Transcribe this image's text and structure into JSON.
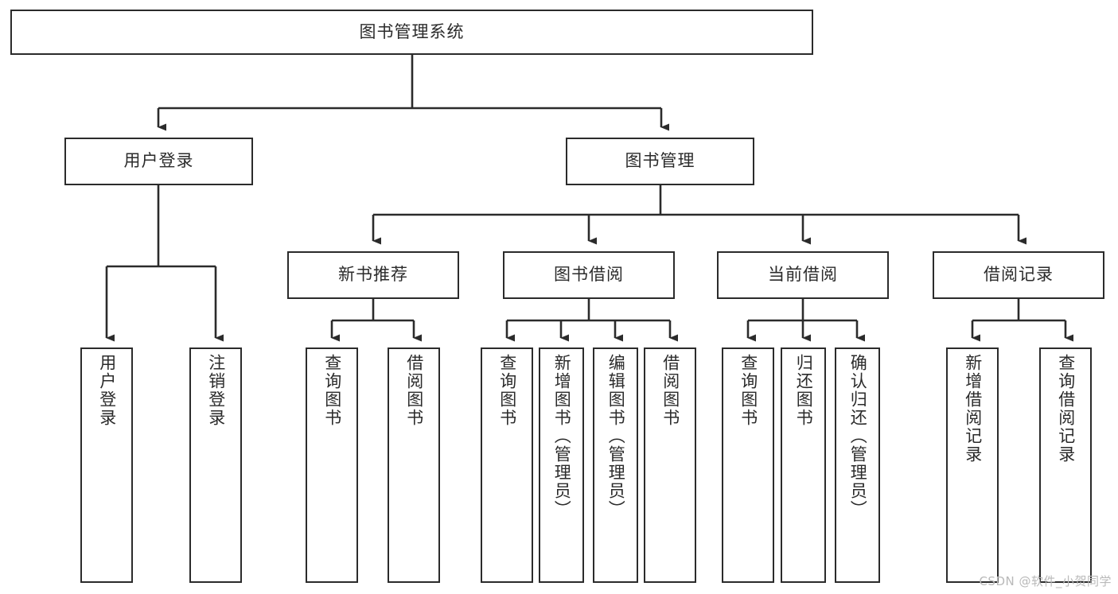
{
  "diagram": {
    "type": "tree-hierarchy-chart",
    "title": "图书管理系统",
    "line_color": "#2b2b2b",
    "box_fill": "#ffffff",
    "text_color": "#2b2b2b",
    "nodes": {
      "root": {
        "label": "图书管理系统",
        "orientation": "horizontal"
      },
      "l2": [
        {
          "id": "user-login",
          "label": "用户登录",
          "orientation": "horizontal"
        },
        {
          "id": "book-manage",
          "label": "图书管理",
          "orientation": "horizontal"
        }
      ],
      "l3": [
        {
          "id": "new-book-recommend",
          "label": "新书推荐",
          "orientation": "horizontal"
        },
        {
          "id": "book-borrow",
          "label": "图书借阅",
          "orientation": "horizontal"
        },
        {
          "id": "current-borrow",
          "label": "当前借阅",
          "orientation": "horizontal"
        },
        {
          "id": "borrow-record",
          "label": "借阅记录",
          "orientation": "horizontal"
        }
      ],
      "leaves": [
        {
          "id": "leaf-user-login",
          "label": "用户登录",
          "orientation": "vertical",
          "parent": "user-login"
        },
        {
          "id": "leaf-logout-login",
          "label": "注销登录",
          "orientation": "vertical",
          "parent": "user-login"
        },
        {
          "id": "leaf-query-book-1",
          "label": "查询图书",
          "orientation": "vertical",
          "parent": "new-book-recommend"
        },
        {
          "id": "leaf-borrow-book-1",
          "label": "借阅图书",
          "orientation": "vertical",
          "parent": "new-book-recommend"
        },
        {
          "id": "leaf-query-book-2",
          "label": "查询图书",
          "orientation": "vertical",
          "parent": "book-borrow"
        },
        {
          "id": "leaf-add-book-admin",
          "label": "新增图书（管理员）",
          "orientation": "vertical",
          "parent": "book-borrow"
        },
        {
          "id": "leaf-edit-book-admin",
          "label": "编辑图书（管理员）",
          "orientation": "vertical",
          "parent": "book-borrow"
        },
        {
          "id": "leaf-borrow-book-2",
          "label": "借阅图书",
          "orientation": "vertical",
          "parent": "book-borrow"
        },
        {
          "id": "leaf-query-book-3",
          "label": "查询图书",
          "orientation": "vertical",
          "parent": "current-borrow"
        },
        {
          "id": "leaf-return-book",
          "label": "归还图书",
          "orientation": "vertical",
          "parent": "current-borrow"
        },
        {
          "id": "leaf-confirm-return-admin",
          "label": "确认归还（管理员）",
          "orientation": "vertical",
          "parent": "current-borrow"
        },
        {
          "id": "leaf-add-borrow-record",
          "label": "新增借阅记录",
          "orientation": "vertical",
          "parent": "borrow-record"
        },
        {
          "id": "leaf-query-borrow-record",
          "label": "查询借阅记录",
          "orientation": "vertical",
          "parent": "borrow-record"
        }
      ]
    }
  },
  "watermark": {
    "text": "CSDN @软件_小贺同学"
  }
}
